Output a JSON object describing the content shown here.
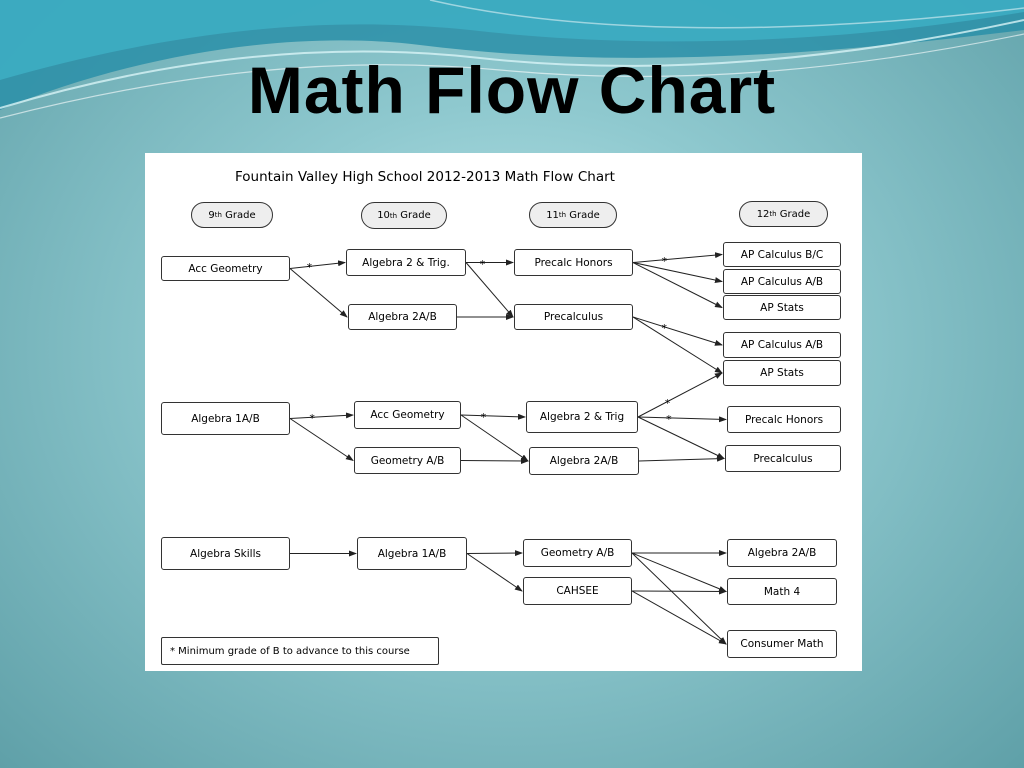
{
  "slide": {
    "title": "Math Flow Chart"
  },
  "chart": {
    "title": "Fountain Valley High School 2012-2013 Math Flow Chart",
    "note": "* Minimum grade of B to advance to this course",
    "marker": "*"
  },
  "grades": [
    {
      "num": "9",
      "suffix": "th",
      "word": "Grade"
    },
    {
      "num": "10",
      "suffix": "th",
      "word": "Grade"
    },
    {
      "num": "11",
      "suffix": "th",
      "word": "Grade"
    },
    {
      "num": "12",
      "suffix": "th",
      "word": "Grade"
    }
  ],
  "courses": {
    "g9_acc_geometry": "Acc Geometry",
    "g10_algebra2_trig": "Algebra 2 & Trig.",
    "g10_algebra2ab_top": "Algebra 2A/B",
    "g11_precalc_honors": "Precalc Honors",
    "g11_precalculus": "Precalculus",
    "g12_ap_calc_bc": "AP Calculus B/C",
    "g12_ap_calc_ab_1": "AP Calculus A/B",
    "g12_ap_stats_1": "AP Stats",
    "g12_ap_calc_ab_2": "AP Calculus A/B",
    "g12_ap_stats_2": "AP Stats",
    "g9_algebra1ab": "Algebra 1A/B",
    "g10_acc_geometry": "Acc Geometry",
    "g10_geometry_ab": "Geometry A/B",
    "g11_algebra2_trig": "Algebra 2 & Trig",
    "g11_algebra2ab": "Algebra 2A/B",
    "g12_precalc_honors": "Precalc Honors",
    "g12_precalculus": "Precalculus",
    "g9_algebra_skills": "Algebra Skills",
    "g10_algebra1ab": "Algebra 1A/B",
    "g11_geometry_ab": "Geometry A/B",
    "g11_cahsee": "CAHSEE",
    "g12_algebra2ab": "Algebra 2A/B",
    "g12_math4": "Math 4",
    "g12_consumer_math": "Consumer Math"
  },
  "links": [
    {
      "from": "g9_acc_geometry",
      "to": "g10_algebra2_trig",
      "min_grade_b": true
    },
    {
      "from": "g9_acc_geometry",
      "to": "g10_algebra2ab_top",
      "min_grade_b": false
    },
    {
      "from": "g10_algebra2_trig",
      "to": "g11_precalc_honors",
      "min_grade_b": true
    },
    {
      "from": "g10_algebra2_trig",
      "to": "g11_precalculus",
      "min_grade_b": false
    },
    {
      "from": "g10_algebra2ab_top",
      "to": "g11_precalculus",
      "min_grade_b": false
    },
    {
      "from": "g11_precalc_honors",
      "to": "g12_ap_calc_bc",
      "min_grade_b": true
    },
    {
      "from": "g11_precalc_honors",
      "to": "g12_ap_calc_ab_1",
      "min_grade_b": false
    },
    {
      "from": "g11_precalc_honors",
      "to": "g12_ap_stats_1",
      "min_grade_b": false
    },
    {
      "from": "g11_precalculus",
      "to": "g12_ap_calc_ab_2",
      "min_grade_b": true
    },
    {
      "from": "g11_precalculus",
      "to": "g12_ap_stats_2",
      "min_grade_b": false
    },
    {
      "from": "g9_algebra1ab",
      "to": "g10_acc_geometry",
      "min_grade_b": true
    },
    {
      "from": "g9_algebra1ab",
      "to": "g10_geometry_ab",
      "min_grade_b": false
    },
    {
      "from": "g10_acc_geometry",
      "to": "g11_algebra2_trig",
      "min_grade_b": true
    },
    {
      "from": "g10_acc_geometry",
      "to": "g11_algebra2ab",
      "min_grade_b": false
    },
    {
      "from": "g10_geometry_ab",
      "to": "g11_algebra2ab",
      "min_grade_b": false
    },
    {
      "from": "g11_algebra2_trig",
      "to": "g12_ap_stats_2",
      "min_grade_b": true
    },
    {
      "from": "g11_algebra2_trig",
      "to": "g12_precalc_honors",
      "min_grade_b": true
    },
    {
      "from": "g11_algebra2_trig",
      "to": "g12_precalculus",
      "min_grade_b": false
    },
    {
      "from": "g11_algebra2ab",
      "to": "g12_precalculus",
      "min_grade_b": false
    },
    {
      "from": "g9_algebra_skills",
      "to": "g10_algebra1ab",
      "min_grade_b": false
    },
    {
      "from": "g10_algebra1ab",
      "to": "g11_geometry_ab",
      "min_grade_b": false
    },
    {
      "from": "g10_algebra1ab",
      "to": "g11_cahsee",
      "min_grade_b": false
    },
    {
      "from": "g11_geometry_ab",
      "to": "g12_algebra2ab",
      "min_grade_b": false
    },
    {
      "from": "g11_geometry_ab",
      "to": "g12_math4",
      "min_grade_b": false
    },
    {
      "from": "g11_geometry_ab",
      "to": "g12_consumer_math",
      "min_grade_b": false
    },
    {
      "from": "g11_cahsee",
      "to": "g12_math4",
      "min_grade_b": false
    },
    {
      "from": "g11_cahsee",
      "to": "g12_consumer_math",
      "min_grade_b": false
    }
  ]
}
